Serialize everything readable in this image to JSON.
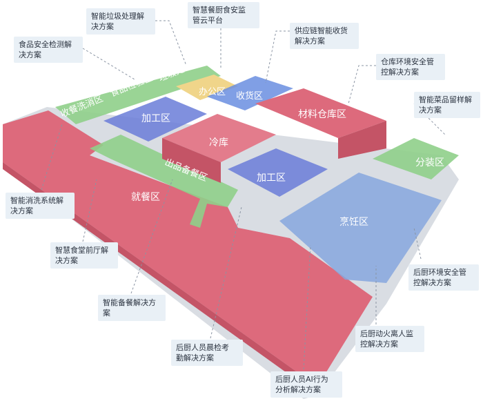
{
  "zones": {
    "shoucan": "收餐洗消区",
    "shipin": "食品检验区",
    "laji": "垃圾处理区",
    "bangong": "办公区",
    "shouhuo": "收货区",
    "cailiao": "材料仓库区",
    "jiagong1": "加工区",
    "lengku": "冷库",
    "jiagong2": "加工区",
    "chupin": "出品备餐区",
    "jiucan": "就餐区",
    "fenzhuang": "分装区",
    "pengren": "烹饪区"
  },
  "callouts": {
    "laji": "智能垃圾处理解\n决方案",
    "canchu": "智慧餐厨食安监\n管云平台",
    "shipin": "食品安全检测解\n决方案",
    "gongying": "供应链智能收货\n解决方案",
    "cangku": "仓库环境安全管\n控解决方案",
    "liuyang": "智能菜品留样解\n决方案",
    "xiaoxi": "智能消洗系统解\n决方案",
    "qianting": "智慧食堂前厅解\n决方案",
    "beican": "智能备餐解决方\n案",
    "huanjing": "后厨环境安全管\n控解决方案",
    "dongshou": "后厨动火离人监\n控解决方案",
    "chenjian": "后厨人员晨检考\n勤解决方案",
    "ai": "后厨人员AI行为\n分析解决方案"
  }
}
